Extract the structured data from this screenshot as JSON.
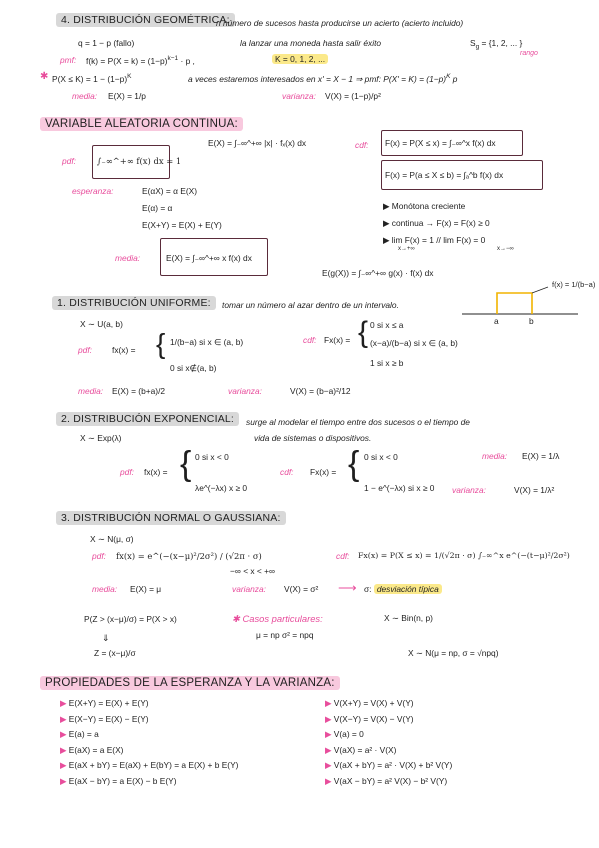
{
  "geometrica": {
    "title": "4. DISTRIBUCIÓN GEOMÉTRICA:",
    "desc": "n número de sucesos hasta producirse un acierto (acierto incluido)",
    "q_line": "q = 1 − p   (fallo)",
    "example": "la lanzar una moneda hasta salir éxito",
    "support": "S",
    "support_sub": "g",
    "support_set": " = {1, 2, ... }",
    "support_note": "rango",
    "pmf_label": "pmf:",
    "pmf_formula": "f(k) = P(X = k) = (1−p)",
    "pmf_exp": "k−1",
    "pmf_tail": "· p  ,",
    "pmf_k": "K = 0, 1, 2, ...",
    "cdf_star": "✱",
    "cdf_formula": "P(X ≤ K) = 1 − (1−p)",
    "cdf_exp": "K",
    "alt_desc": "a veces estaremos interesados en  x' = X − 1  ⇒  pmf: P(X' = K) = (1−p)",
    "alt_exp": "K",
    "alt_tail": " p",
    "media_label": "media:",
    "media_val": "E(X) = 1/p",
    "var_label": "varianza:",
    "var_val": "V(X) = (1−p)/p²"
  },
  "continua": {
    "title": "VARIABLE ALEATORIA CONTINUA:",
    "pdf_label": "pdf:",
    "pdf_box": "∫₋∞^+∞ f(x) dx = 1",
    "ex_abs": "E(X) = ∫₋∞^+∞ |x| · fₓ(x) dx",
    "cdf_label": "cdf:",
    "cdf_box1": "F(x) = P(X ≤ x) = ∫₋∞^x f(x) dx",
    "cdf_box2": "F(x) = P(a ≤ X ≤ b) = ∫ₐ^b f(x) dx",
    "esperanza_label": "esperanza:",
    "esp_rules": [
      "E(αX) = α E(X)",
      "E(α) = α",
      "E(X+Y) = E(X) + E(Y)"
    ],
    "props": [
      "Monótona creciente",
      "continua → F(x) = F(x) ≥ 0",
      "lim F(x) = 1   //   lim F(x) = 0"
    ],
    "props_limit_sub": [
      "x→+∞",
      "x→−∞"
    ],
    "media_label": "media:",
    "media_box": "E(X) = ∫₋∞^+∞ x f(x) dx",
    "eg": "E(g(X)) = ∫₋∞^+∞ g(x) · f(x) dx"
  },
  "uniforme": {
    "title": "1. DISTRIBUCIÓN UNIFORME:",
    "desc": "tomar un número al azar dentro de un intervalo.",
    "def": "X ∼ U(a, b)",
    "pdf_label": "pdf:",
    "pdf_lhs": "fx(x) =",
    "pdf_case1": "1/(b−a)   si x ∈ (a, b)",
    "pdf_case2": "0   si x∉(a, b)",
    "cdf_label": "cdf:",
    "cdf_lhs": "Fx(x) =",
    "cdf_cases": [
      "0   si x ≤ a",
      "(x−a)/(b−a)   si x ∈ (a, b)",
      "1   si x ≥ b"
    ],
    "plot_label": "f(x) = 1/(b−a)",
    "plot_a": "a",
    "plot_b": "b",
    "media_label": "media:",
    "media_val": "E(X) = (b+a)/2",
    "var_label": "varianza:",
    "var_val": "V(X) = (b−a)²/12"
  },
  "exponencial": {
    "title": "2. DISTRIBUCIÓN EXPONENCIAL:",
    "desc1": "surge al modelar el tiempo entre dos sucesos o el tiempo de",
    "desc2": "vida de sistemas o dispositivos.",
    "def": "X ∼ Exp(λ)",
    "pdf_label": "pdf:",
    "pdf_lhs": "fx(x) =",
    "pdf_cases": [
      "0   si x < 0",
      "λe^(−λx)   x ≥ 0"
    ],
    "cdf_label": "cdf:",
    "cdf_lhs": "Fx(x) =",
    "cdf_cases": [
      "0   si x < 0",
      "1 − e^(−λx)   si x ≥ 0"
    ],
    "media_label": "media:",
    "media_val": "E(X) = 1/λ",
    "var_label": "varianza:",
    "var_val": "V(X) = 1/λ²"
  },
  "normal": {
    "title": "3. DISTRIBUCIÓN NORMAL O GAUSSIANA:",
    "def": "X ∼ N(μ, σ)",
    "pdf_label": "pdf:",
    "pdf_val": "fx(x) = e^(−(x−μ)²/2σ²) / (√2π · σ)",
    "pdf_range": "−∞ < x < +∞",
    "cdf_label": "cdf:",
    "cdf_val": "Fx(x) = P(X ≤ x) = 1/(√2π · σ) ∫₋∞^x e^(−(t−μ)²/2σ²)",
    "media_label": "media:",
    "media_val": "E(X) = μ",
    "var_label": "varianza:",
    "var_val": "V(X) = σ²",
    "var_arrow": "⟶",
    "sigma_note": "σ: ",
    "desv": "desviación típica",
    "z_line": "P(Z > (x−μ)/σ) = P(X > x)",
    "z_down": "⇓",
    "z_def": "Z = (x−μ)/σ",
    "casos_title": "✱ Casos particulares:",
    "casos_vals": "μ = np       σ² = npq",
    "bin": "X ∼ Bin(n, p)",
    "approx": "X ∼ N(μ = np,  σ = √npq)"
  },
  "propiedades": {
    "title": "PROPIEDADES DE LA ESPERANZA Y LA VARIANZA:",
    "left": [
      "E(X+Y) = E(X) + E(Y)",
      "E(X−Y) = E(X) − E(Y)",
      "E(a) = a",
      "E(aX) = a E(X)",
      "E(aX + bY) = E(aX) + E(bY) = a E(X) + b E(Y)",
      "E(aX − bY) = a E(X) − b E(Y)"
    ],
    "right": [
      "V(X+Y) = V(X) + V(Y)",
      "V(X−Y) = V(X) − V(Y)",
      "V(a) = 0",
      "V(aX) = a² · V(X)",
      "V(aX + bY) = a² · V(X) + b² V(Y)",
      "V(aX − bY) = a² V(X) − b² V(Y)"
    ],
    "bullet": "▶"
  }
}
